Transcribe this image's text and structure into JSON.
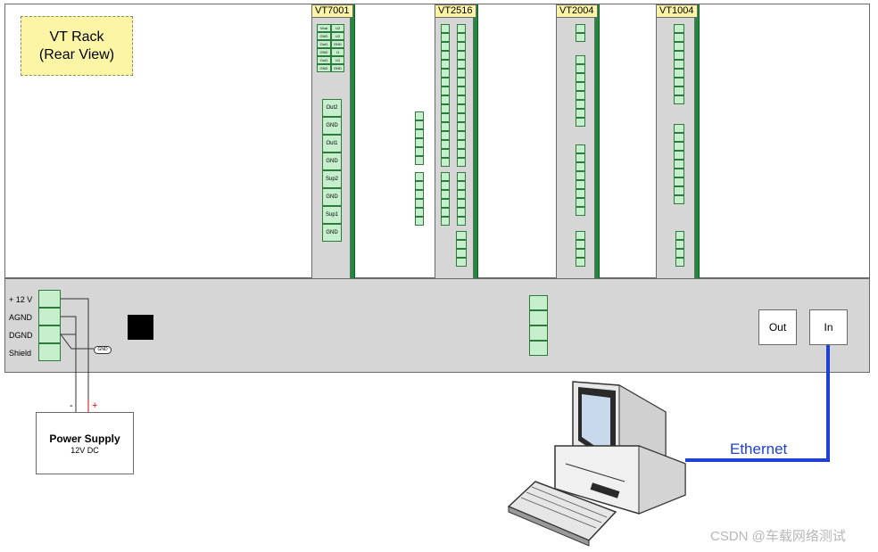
{
  "rack": {
    "title_line1": "VT Rack",
    "title_line2": "(Rear View)"
  },
  "modules": {
    "vt7001": {
      "label": "VT7001",
      "mini_rows": [
        [
          "Vbat",
          "U2"
        ],
        [
          "GND",
          "U2"
        ],
        [
          "Out1",
          "GND"
        ],
        [
          "GND",
          "I1"
        ],
        [
          "Out1",
          "U1"
        ],
        [
          "GND",
          "GND"
        ]
      ],
      "connectors": [
        "Out2",
        "GND",
        "Out1",
        "GND",
        "Sup2",
        "GND",
        "Sup1",
        "GND"
      ]
    },
    "vt2516": {
      "label": "VT2516"
    },
    "vt2004": {
      "label": "VT2004"
    },
    "vt1004": {
      "label": "VT1004"
    }
  },
  "power_terminal": {
    "labels": [
      "+ 12 V",
      "AGND",
      "DGND",
      "Shield"
    ],
    "gnd_tag": "GND"
  },
  "ports": {
    "out": "Out",
    "in": "In"
  },
  "power_supply": {
    "title": "Power Supply",
    "subtitle": "12V DC",
    "minus": "-",
    "plus": "+"
  },
  "ethernet": {
    "label": "Ethernet",
    "color": "#1f3fd6"
  },
  "watermark": "CSDN @车载网络测试",
  "colors": {
    "terminal_green": "#c6efce",
    "module_edge": "#1f8a3c",
    "rack_gray": "#d6d6d6",
    "sticky_yellow": "#fdf5a6"
  }
}
